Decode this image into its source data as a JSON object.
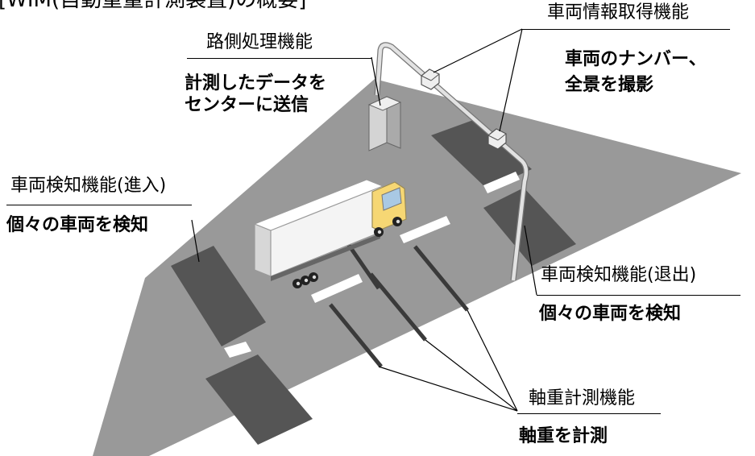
{
  "title": "[WIM(自動重量計測装置)の概要]",
  "colors": {
    "road": "#999999",
    "pad": "#555555",
    "sensor": "#3a3a3a",
    "lane_mark": "#ffffff",
    "gantry": "#e2e2e2",
    "cab": "#f6d774"
  },
  "roadside": {
    "label": "路側処理機能",
    "desc": [
      "計測したデータを",
      "センターに送信"
    ]
  },
  "vehicle_info": {
    "label": "車両情報取得機能",
    "desc": [
      "車両のナンバー、",
      "全景を撮影"
    ]
  },
  "detect_in": {
    "label": "車両検知機能(進入)",
    "desc": "個々の車両を検知"
  },
  "detect_out": {
    "label": "車両検知機能(退出)",
    "desc": "個々の車両を検知"
  },
  "axle": {
    "label": "軸重計測機能",
    "desc": "軸重を計測"
  }
}
